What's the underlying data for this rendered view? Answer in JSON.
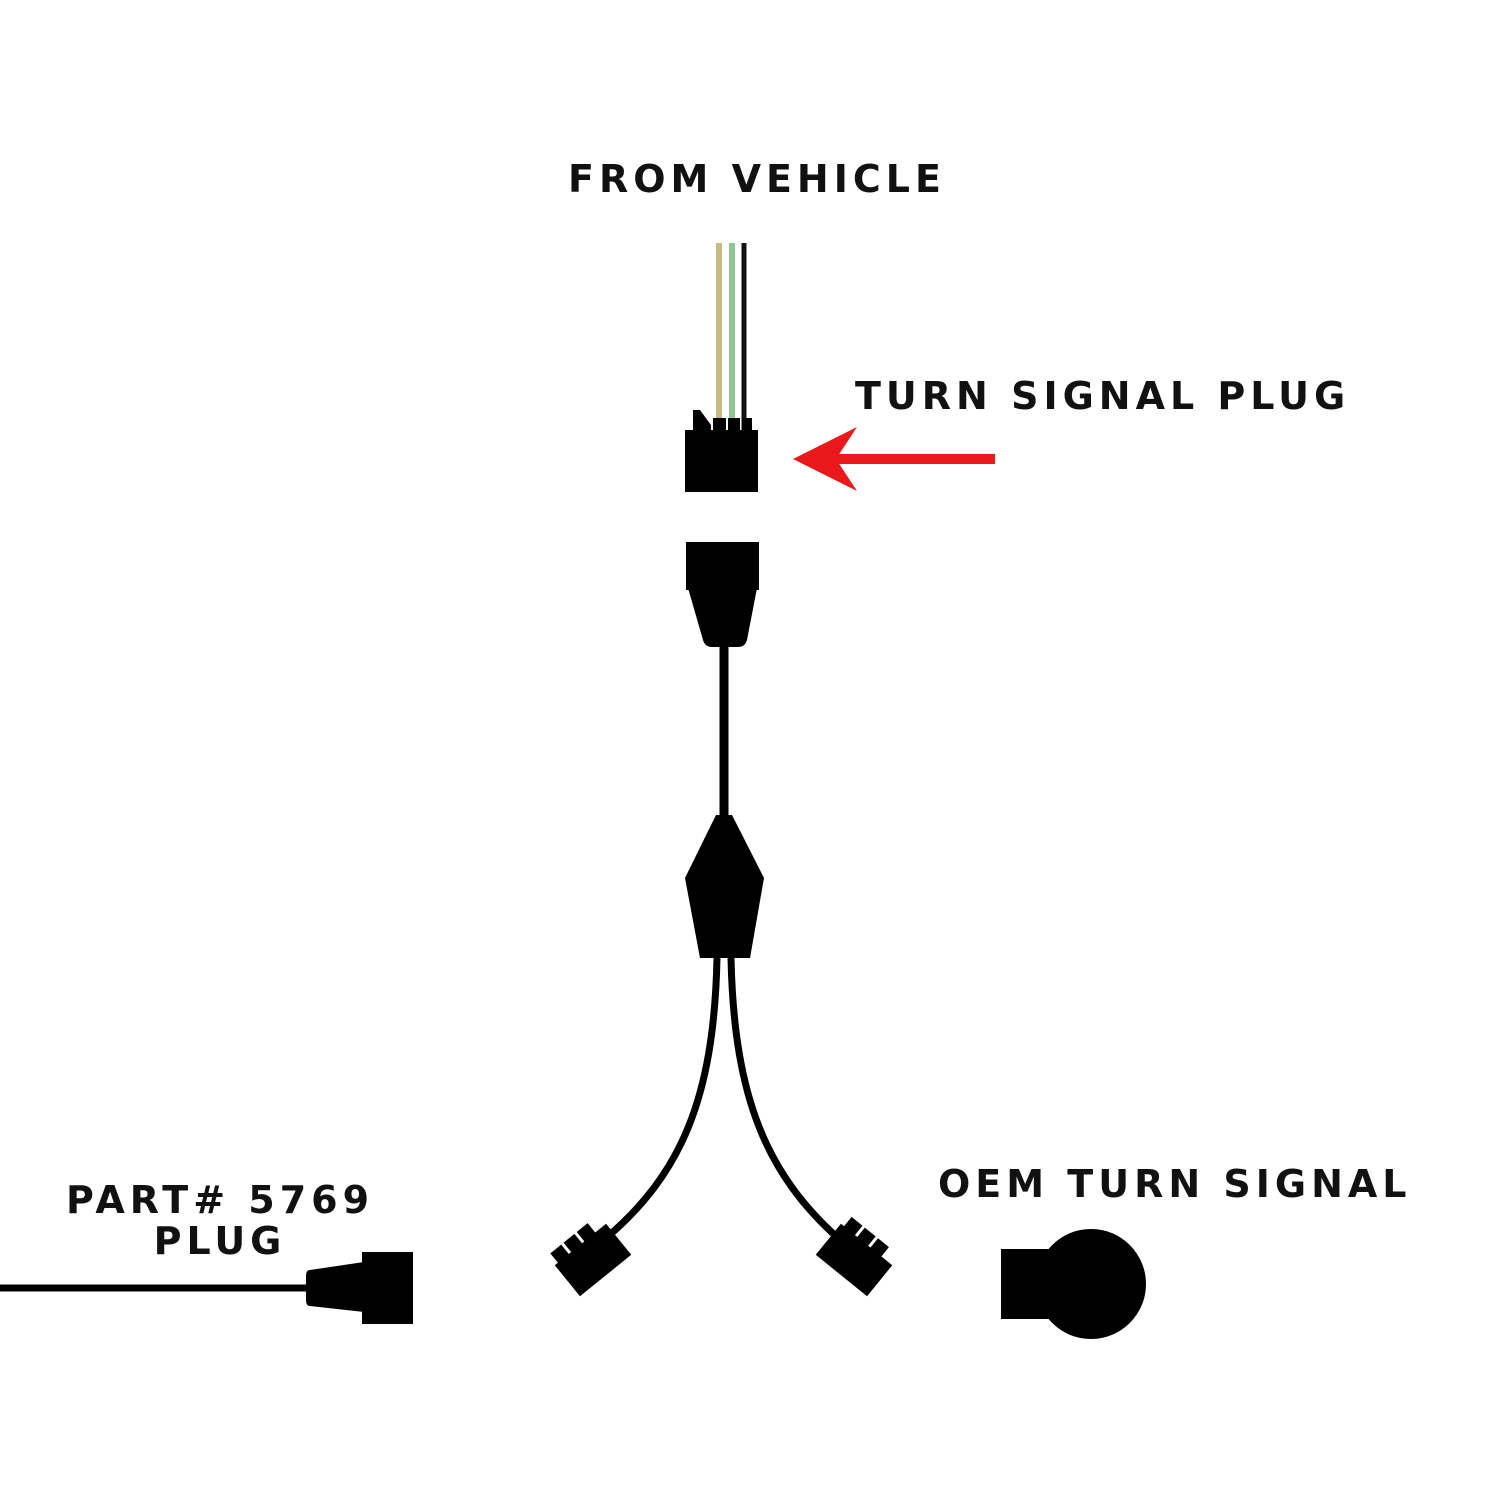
{
  "labels": {
    "from_vehicle": "FROM VEHICLE",
    "turn_signal_plug": "TURN SIGNAL PLUG",
    "part_line1": "PART# 5769",
    "part_line2": "PLUG",
    "oem_turn_signal": "OEM TURN SIGNAL"
  },
  "colors": {
    "ink": "#000000",
    "arrow": "#e8181b",
    "wire_tan": "#c8b882",
    "wire_green": "#8fc592",
    "wire_black": "#111111"
  }
}
